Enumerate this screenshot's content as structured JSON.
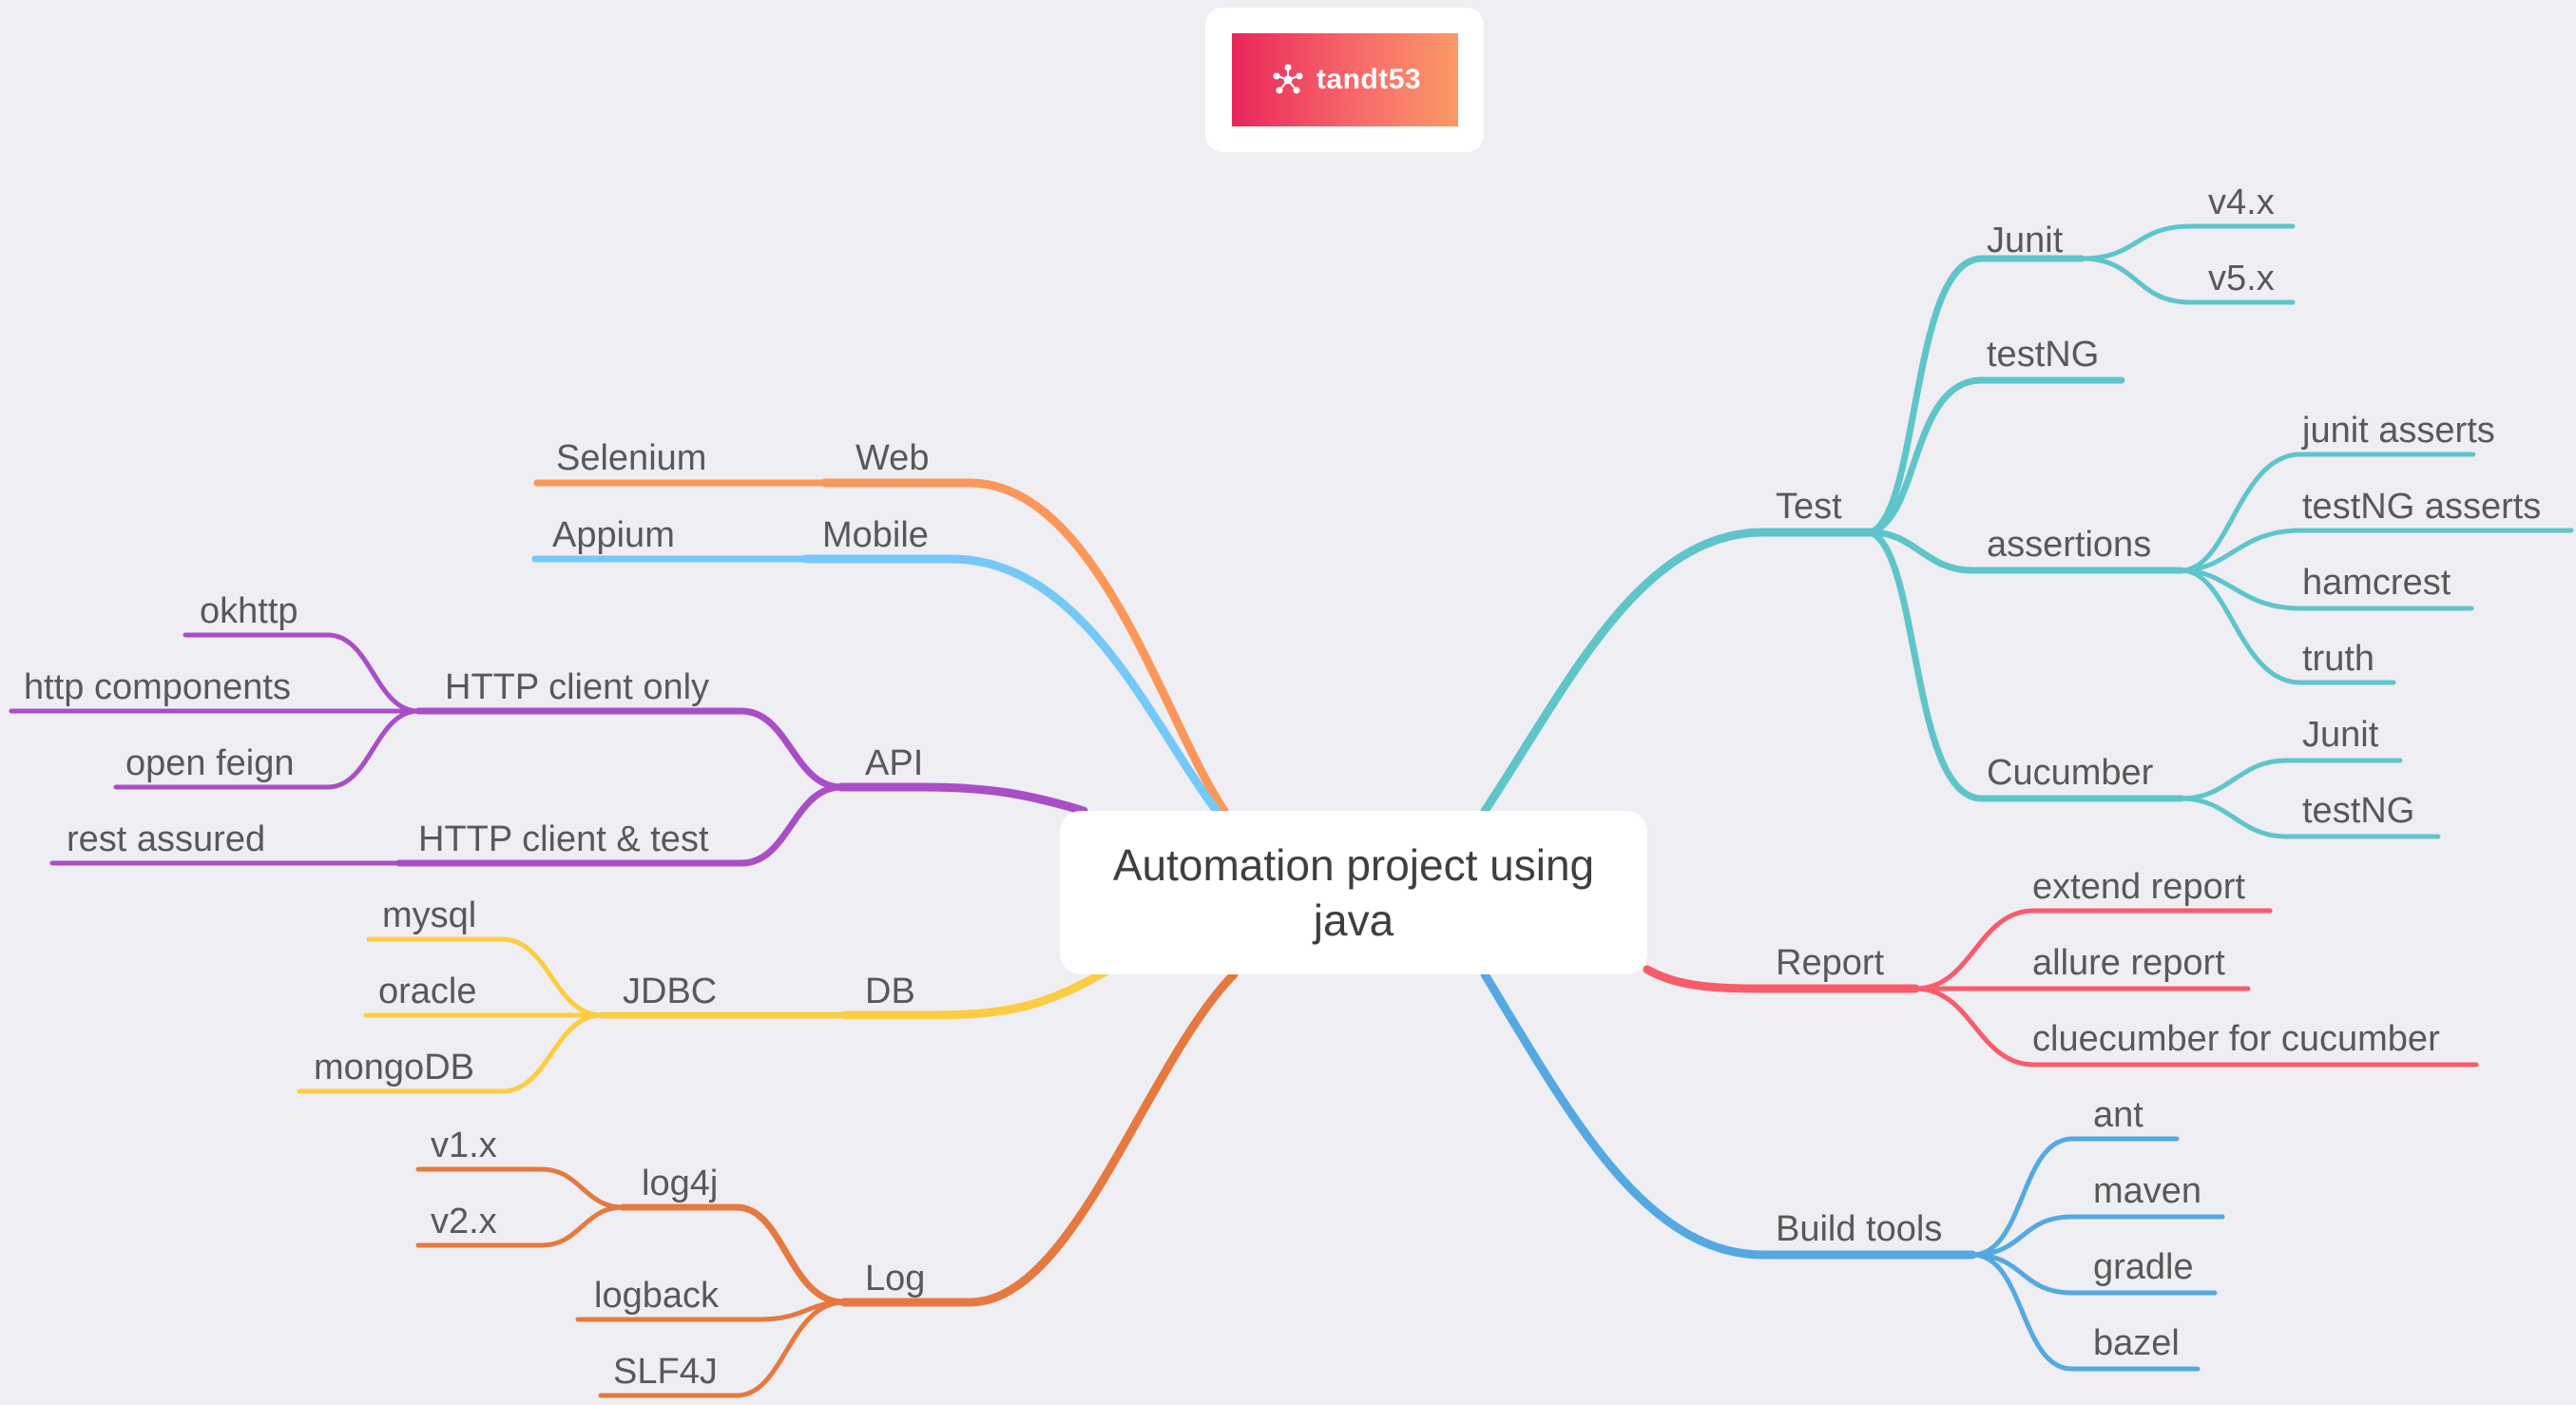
{
  "logo": {
    "text": "tandt53"
  },
  "central_topic": "Automation project using java",
  "colors": {
    "web": "#fb9759",
    "mobile": "#74c9f8",
    "api": "#a94ec7",
    "db": "#fccd43",
    "log": "#e5793f",
    "test": "#5ec5cb",
    "report": "#f85c6b",
    "build": "#55a9e2"
  },
  "branches": {
    "web": {
      "label": "Web",
      "children": [
        "Selenium"
      ]
    },
    "mobile": {
      "label": "Mobile",
      "children": [
        "Appium"
      ]
    },
    "api": {
      "label": "API",
      "http_client_only": {
        "label": "HTTP client only",
        "children": [
          "okhttp",
          "http components",
          "open feign"
        ]
      },
      "http_client_test": {
        "label": "HTTP client & test",
        "children": [
          "rest assured"
        ]
      }
    },
    "db": {
      "label": "DB",
      "jdbc": {
        "label": "JDBC",
        "children": [
          "mysql",
          "oracle",
          "mongoDB"
        ]
      }
    },
    "log": {
      "label": "Log",
      "log4j": {
        "label": "log4j",
        "children": [
          "v1.x",
          "v2.x"
        ]
      },
      "others": [
        "logback",
        "SLF4J"
      ]
    },
    "test": {
      "label": "Test",
      "junit": {
        "label": "Junit",
        "children": [
          "v4.x",
          "v5.x"
        ]
      },
      "testng": {
        "label": "testNG"
      },
      "assertions": {
        "label": "assertions",
        "children": [
          "junit asserts",
          "testNG asserts",
          "hamcrest",
          "truth"
        ]
      },
      "cucumber": {
        "label": "Cucumber",
        "children": [
          "Junit",
          "testNG"
        ]
      }
    },
    "report": {
      "label": "Report",
      "children": [
        "extend report",
        "allure report",
        "cluecumber for cucumber"
      ]
    },
    "build": {
      "label": "Build tools",
      "children": [
        "ant",
        "maven",
        "gradle",
        "bazel"
      ]
    }
  }
}
